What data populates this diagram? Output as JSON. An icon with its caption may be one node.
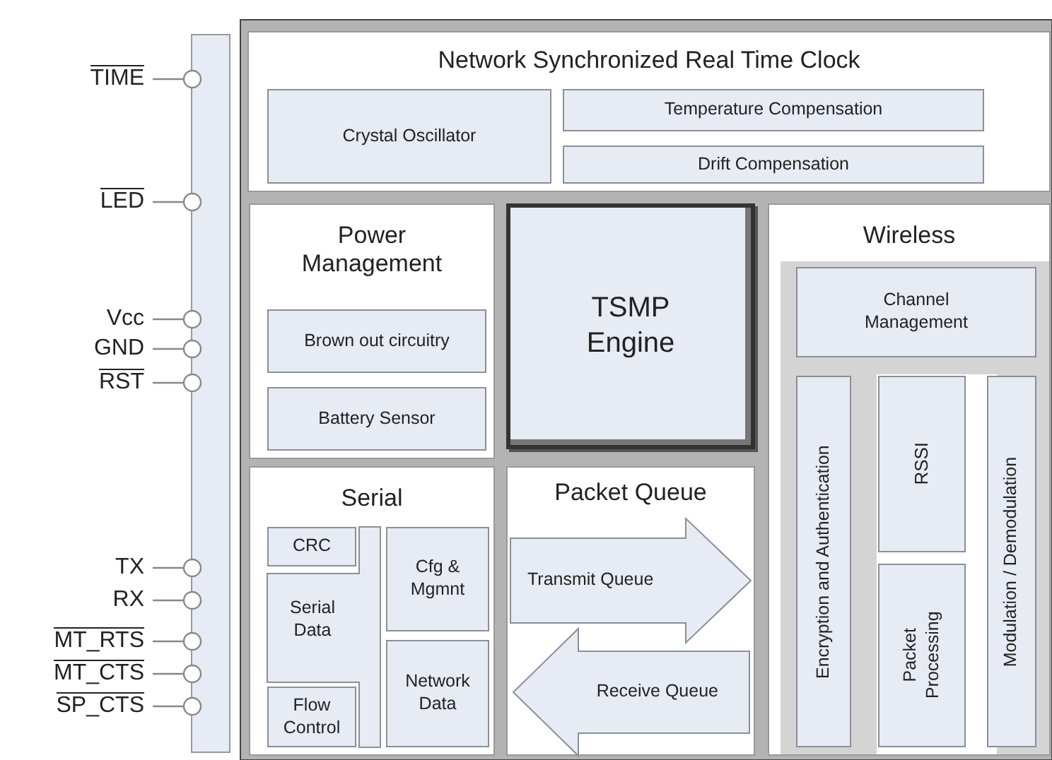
{
  "diagram": {
    "nodes": [
      {
        "text": [],
        "shape": "bar"
      },
      {
        "text": [
          "Network Synchronized Real Time Clock"
        ]
      },
      {
        "text": [
          "Crystal Oscillator"
        ],
        "in": 1
      },
      {
        "text": [
          "Temperature Compensation"
        ],
        "in": 1
      },
      {
        "text": [
          "Drift Compensation"
        ],
        "in": 1
      },
      {
        "text": [
          "Power Management"
        ]
      },
      {
        "text": [
          "Brown out circuitry"
        ],
        "in": 5
      },
      {
        "text": [
          "Battery Sensor"
        ],
        "in": 5
      },
      {
        "text": [
          "TSMP Engine"
        ]
      },
      {
        "text": [
          "Wireless"
        ]
      },
      {
        "text": [
          "Channel Management"
        ],
        "in": 9
      },
      {
        "text": [
          "Encryption and Authentication"
        ],
        "in": 9
      },
      {
        "text": [
          "RSSI"
        ],
        "in": 9
      },
      {
        "text": [
          "Packet Processing"
        ],
        "in": 9
      },
      {
        "text": [
          "Modulation / Demodulation"
        ],
        "in": 9
      },
      {
        "text": [
          "Serial"
        ]
      },
      {
        "text": [
          "CRC"
        ],
        "in": 15
      },
      {
        "text": [
          "Serial Data"
        ],
        "in": 15
      },
      {
        "text": [
          "Flow Control"
        ],
        "in": 15
      },
      {
        "text": [
          "Cfg & Mgmnt"
        ],
        "in": 15
      },
      {
        "text": [
          "Network Data"
        ],
        "in": 15
      },
      {
        "text": [
          "Packet Queue"
        ]
      },
      {
        "text": [
          "Transmit Queue"
        ],
        "in": 21
      },
      {
        "text": [
          "Receive Queue"
        ],
        "in": 21
      }
    ],
    "labels": [
      "TIME",
      "LED",
      "Vcc",
      "GND",
      "RST",
      "TX",
      "RX",
      "MT_RTS",
      "MT_CTS",
      "SP_CTS"
    ]
  }
}
